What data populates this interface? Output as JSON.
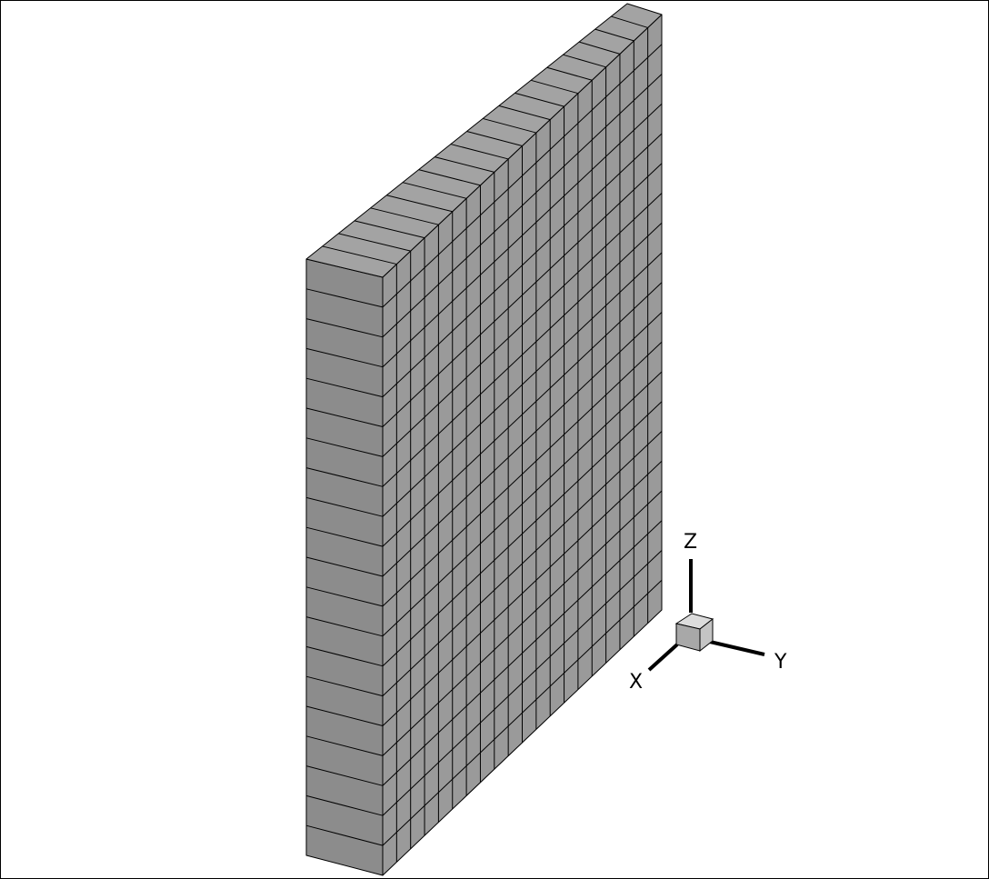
{
  "mesh": {
    "rows": 20,
    "cols": 20,
    "colors": {
      "left_face": "#8c8c8c",
      "front_face": "#9a9a9a",
      "top_face": "#a3a3a3",
      "edge": "#000000"
    }
  },
  "triad": {
    "labels": {
      "x": "X",
      "y": "Y",
      "z": "Z"
    },
    "colors": {
      "axis": "#000000",
      "cube_front": "#a8a8a8",
      "cube_side": "#c4c4c4",
      "cube_top": "#dcdcdc"
    }
  }
}
